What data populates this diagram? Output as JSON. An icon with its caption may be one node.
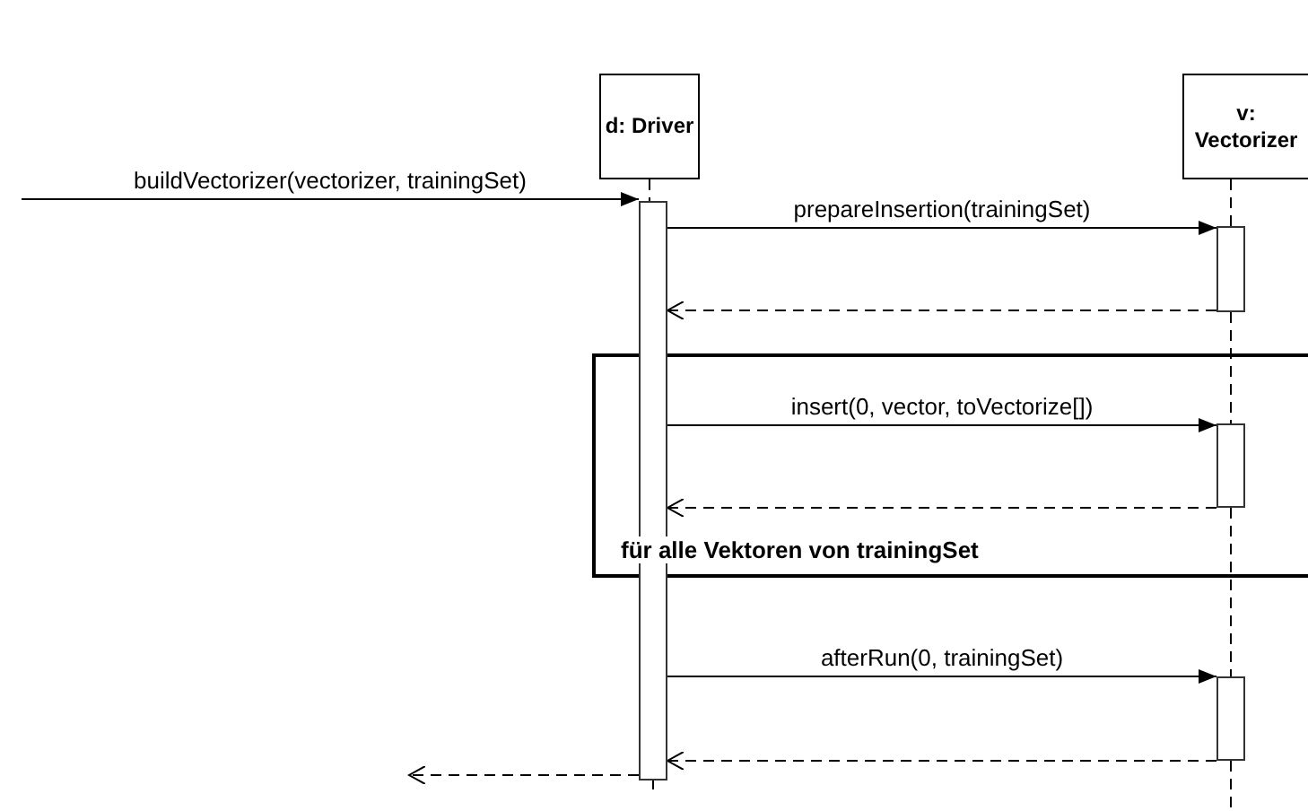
{
  "diagram": {
    "nodes": [
      {
        "text": [
          "d: Driver"
        ]
      },
      {
        "text": [
          "v: Vectorizer"
        ]
      },
      {
        "text": [],
        "shape": "bar"
      },
      {
        "text": [],
        "shape": "bar"
      },
      {
        "text": [],
        "shape": "bar",
        "in": 6
      },
      {
        "text": [],
        "shape": "bar"
      },
      {
        "text": [
          "für alle Vektoren von trainingSet"
        ]
      }
    ],
    "edges": [
      {
        "from": null,
        "to": 2,
        "arrow": "to",
        "label": "buildVectorizer(vectorizer, trainingSet)"
      },
      {
        "from": 2,
        "to": 3,
        "arrow": "to",
        "label": "prepareInsertion(trainingSet)"
      },
      {
        "from": 3,
        "to": 2,
        "arrow": "to",
        "style": "dashed"
      },
      {
        "from": 2,
        "to": 4,
        "arrow": "to",
        "label": "insert(0, vector, toVectorize[])"
      },
      {
        "from": 4,
        "to": 2,
        "arrow": "to",
        "style": "dashed"
      },
      {
        "from": 2,
        "to": 5,
        "arrow": "to",
        "label": "afterRun(0, trainingSet)"
      },
      {
        "from": 5,
        "to": 2,
        "arrow": "to",
        "style": "dashed"
      },
      {
        "from": 2,
        "to": null,
        "arrow": "to",
        "style": "dashed"
      },
      {
        "from": 0,
        "to": 2,
        "arrow": "none",
        "style": "dashed"
      },
      {
        "from": 1,
        "to": 3,
        "arrow": "none",
        "style": "dashed"
      },
      {
        "from": 3,
        "to": 4,
        "arrow": "none",
        "style": "dashed"
      },
      {
        "from": 4,
        "to": 5,
        "arrow": "none",
        "style": "dashed"
      }
    ]
  }
}
